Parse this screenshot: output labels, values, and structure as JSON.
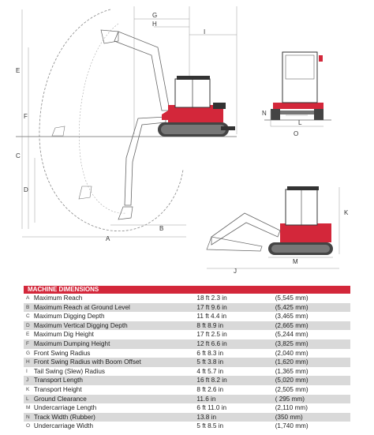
{
  "labels": {
    "A": "A",
    "B": "B",
    "C": "C",
    "D": "D",
    "E": "E",
    "F": "F",
    "G": "G",
    "H": "H",
    "I": "I",
    "J": "J",
    "K": "K",
    "L": "L",
    "M": "M",
    "N": "N",
    "O": "O"
  },
  "colors": {
    "machine_red": "#d3273a",
    "header_red": "#d3273a",
    "row_shade": "#d9d9d9"
  },
  "table": {
    "title": "MACHINE DIMENSIONS",
    "rows": [
      {
        "letter": "A",
        "name": "Maximum Reach",
        "imperial": "18 ft 2.3 in",
        "metric": "(5,545 mm)"
      },
      {
        "letter": "B",
        "name": "Maximum Reach at Ground Level",
        "imperial": "17 ft 9.6 in",
        "metric": "(5,425 mm)"
      },
      {
        "letter": "C",
        "name": "Maximum Digging Depth",
        "imperial": "11 ft 4.4 in",
        "metric": "(3,465 mm)"
      },
      {
        "letter": "D",
        "name": "Maximum Vertical Digging Depth",
        "imperial": "8 ft 8.9 in",
        "metric": "(2,665 mm)"
      },
      {
        "letter": "E",
        "name": "Maximum Dig Height",
        "imperial": "17 ft 2.5 in",
        "metric": "(5,244 mm)"
      },
      {
        "letter": "F",
        "name": "Maximum Dumping Height",
        "imperial": "12 ft 6.6 in",
        "metric": "(3,825 mm)"
      },
      {
        "letter": "G",
        "name": "Front Swing Radius",
        "imperial": "6 ft 8.3 in",
        "metric": "(2,040 mm)"
      },
      {
        "letter": "H",
        "name": "Front Swing Radius with Boom Offset",
        "imperial": "5 ft 3.8 in",
        "metric": "(1,620 mm)"
      },
      {
        "letter": "I",
        "name": "Tail Swing (Slew) Radius",
        "imperial": "4 ft 5.7 in",
        "metric": "(1,365 mm)"
      },
      {
        "letter": "J",
        "name": "Transport Length",
        "imperial": "16 ft 8.2 in",
        "metric": "(5,020 mm)"
      },
      {
        "letter": "K",
        "name": "Transport Height",
        "imperial": "8 ft 2.6 in",
        "metric": "(2,505 mm)"
      },
      {
        "letter": "L",
        "name": "Ground Clearance",
        "imperial": "11.6 in",
        "metric": "( 295 mm)"
      },
      {
        "letter": "M",
        "name": "Undercarriage Length",
        "imperial": "6 ft 11.0 in",
        "metric": "(2,110 mm)"
      },
      {
        "letter": "N",
        "name": "Track Width (Rubber)",
        "imperial": "13.8 in",
        "metric": "(350 mm)"
      },
      {
        "letter": "O",
        "name": "Undercarriage Width",
        "imperial": "5 ft 8.5 in",
        "metric": "(1,740 mm)"
      }
    ]
  }
}
